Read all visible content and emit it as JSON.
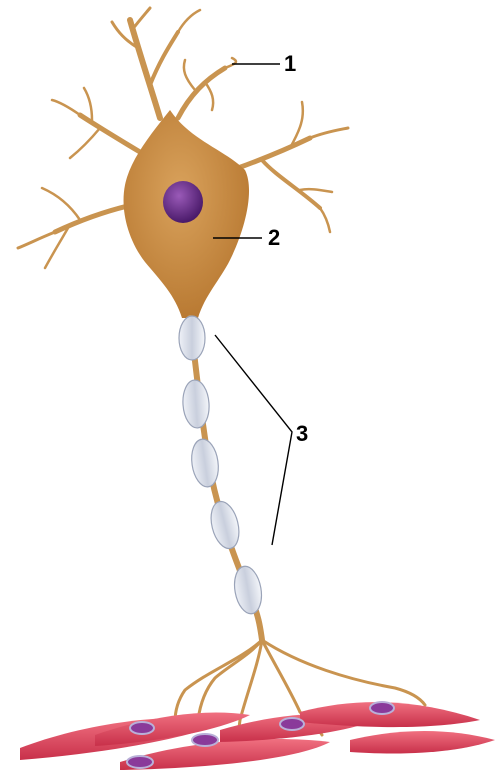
{
  "labels": [
    {
      "id": "1",
      "text": "1"
    },
    {
      "id": "2",
      "text": "2"
    },
    {
      "id": "3",
      "text": "3"
    }
  ],
  "colors": {
    "neuron": "#cf9a52",
    "neuron_dark": "#b57a34",
    "nucleus": "#6a2a8a",
    "myelin": "#d8dde8",
    "muscle": "#e0485a",
    "muscle_nucleus": "#8a3a9a"
  }
}
